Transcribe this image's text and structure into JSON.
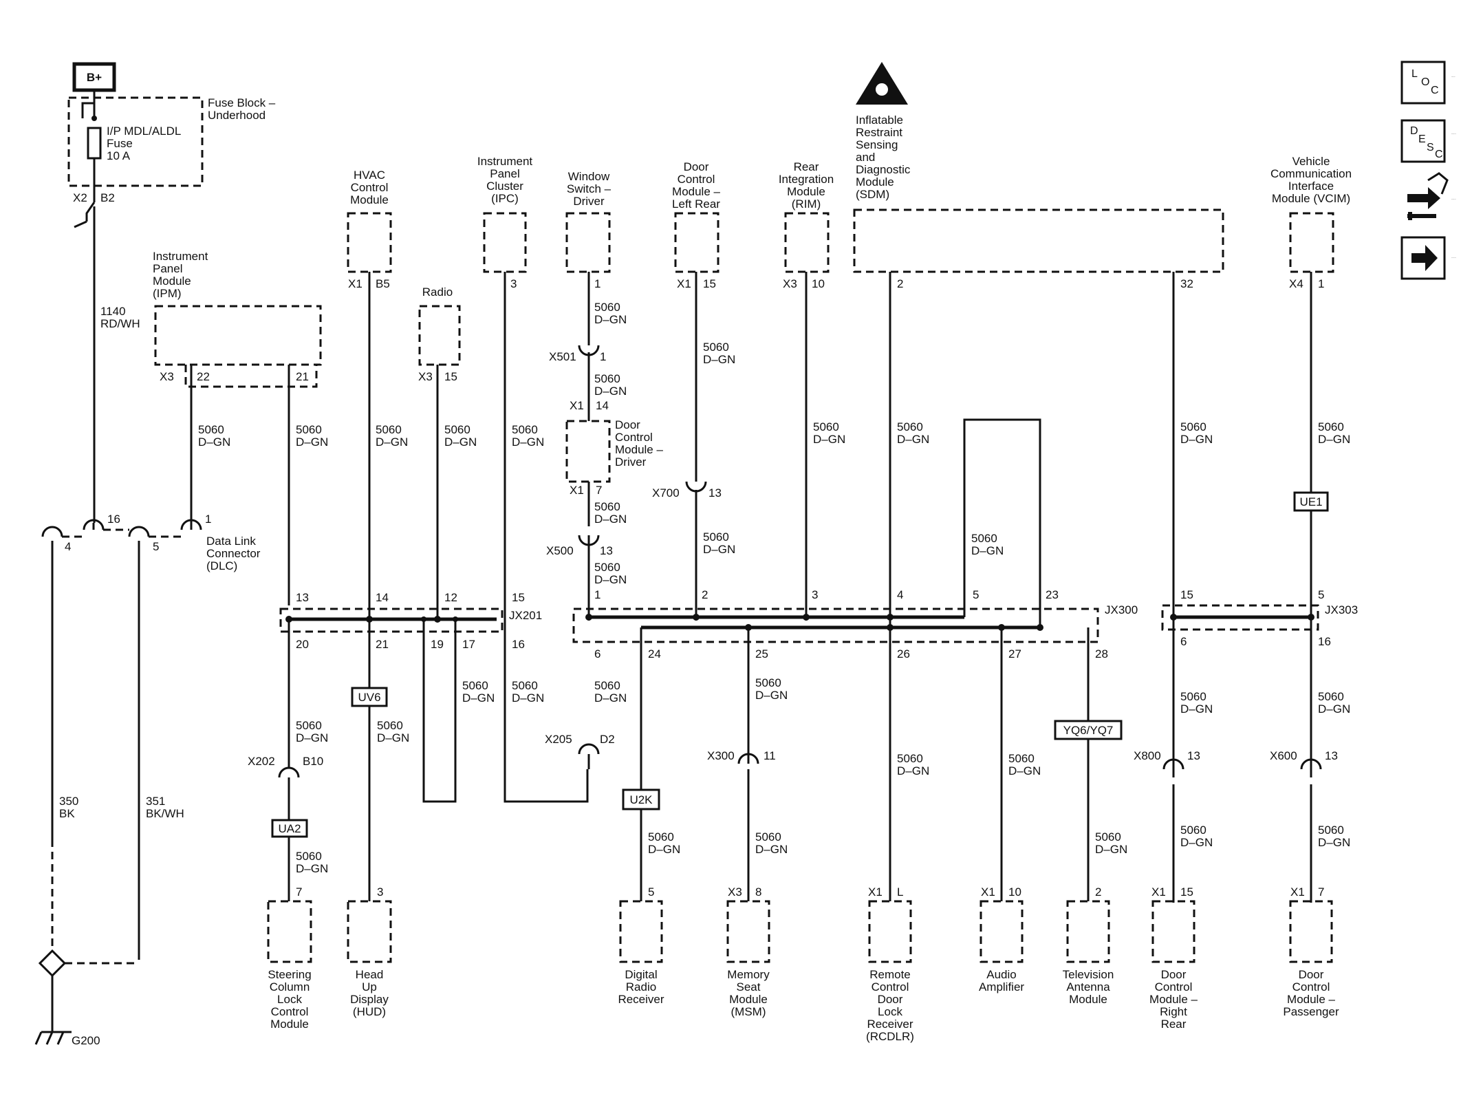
{
  "power": {
    "source": "B+",
    "fuse_block": [
      "Fuse Block –",
      "Underhood"
    ],
    "fuse_name": [
      "I/P MDL/ALDL",
      "Fuse",
      "10 A"
    ],
    "conn_x": "X2",
    "conn_pin": "B2",
    "wire": [
      "1140",
      "RD/WH"
    ]
  },
  "wire_id": [
    "5060",
    "D–GN"
  ],
  "modules": {
    "hvac": [
      "HVAC",
      "Control",
      "Module"
    ],
    "ipc": [
      "Instrument",
      "Panel",
      "Cluster",
      "(IPC)"
    ],
    "window": [
      "Window",
      "Switch –",
      "Driver"
    ],
    "dclr": [
      "Door",
      "Control",
      "Module –",
      "Left Rear"
    ],
    "rim": [
      "Rear",
      "Integration",
      "Module",
      "(RIM)"
    ],
    "sdm": [
      "Inflatable",
      "Restraint",
      "Sensing",
      "and",
      "Diagnostic",
      "Module",
      "(SDM)"
    ],
    "vcim": [
      "Vehicle",
      "Communication",
      "Interface",
      "Module (VCIM)"
    ],
    "ipm": [
      "Instrument",
      "Panel",
      "Module",
      "(IPM)"
    ],
    "radio": [
      "Radio"
    ],
    "dcmd": [
      "Door",
      "Control",
      "Module –",
      "Driver"
    ],
    "dlc": [
      "Data Link",
      "Connector",
      "(DLC)"
    ],
    "sclcm": [
      "Steering",
      "Column",
      "Lock",
      "Control",
      "Module"
    ],
    "hud": [
      "Head",
      "Up",
      "Display",
      "(HUD)"
    ],
    "drr": [
      "Digital",
      "Radio",
      "Receiver"
    ],
    "msm": [
      "Memory",
      "Seat",
      "Module",
      "(MSM)"
    ],
    "rcdlr": [
      "Remote",
      "Control",
      "Door",
      "Lock",
      "Receiver",
      "(RCDLR)"
    ],
    "amp": [
      "Audio",
      "Amplifier"
    ],
    "tam": [
      "Television",
      "Antenna",
      "Module"
    ],
    "dcrr": [
      "Door",
      "Control",
      "Module –",
      "Right",
      "Rear"
    ],
    "dcp": [
      "Door",
      "Control",
      "Module –",
      "Passenger"
    ]
  },
  "ground": {
    "name": "G200",
    "wire_a": [
      "350",
      "BK"
    ],
    "wire_b": [
      "351",
      "BK/WH"
    ]
  },
  "splices": [
    "JX201",
    "JX300",
    "JX303"
  ],
  "options": [
    "UA2",
    "UV6",
    "U2K",
    "YQ6/YQ7",
    "UE1"
  ],
  "inline": [
    "X501",
    "X500",
    "X700",
    "X202",
    "X205",
    "X300",
    "X800",
    "X600"
  ],
  "connectors": [
    "X1",
    "X3",
    "X4"
  ],
  "pins": {
    "hvac": "B5",
    "ipc": "3",
    "window": "1",
    "dclr": "15",
    "rim": "10",
    "sdm_a": "2",
    "sdm_b": "32",
    "vcim": "1",
    "ipm_a": "22",
    "ipm_b": "21",
    "radio": "15",
    "x501": "1",
    "dcmd_in": "14",
    "dcmd_out": "7",
    "x500": "13",
    "x700": "13",
    "dlc_16": "16",
    "dlc_1": "1",
    "dlc_4": "4",
    "dlc_5": "5",
    "j201_top": [
      "13",
      "14",
      "12",
      "15"
    ],
    "j201_bot": [
      "20",
      "21",
      "19",
      "17",
      "16"
    ],
    "j300_top": [
      "1",
      "2",
      "3",
      "4",
      "5",
      "23"
    ],
    "j300_bot": [
      "6",
      "24",
      "25",
      "26",
      "27",
      "28"
    ],
    "j303_top": [
      "15",
      "5"
    ],
    "j303_bot": [
      "6",
      "16"
    ],
    "x202": "B10",
    "x205": "D2",
    "x300": "11",
    "x800": "13",
    "x600": "13",
    "sclcm": "7",
    "hud": "3",
    "drr": "5",
    "msm": "8",
    "rcdlr": "L",
    "amp": "10",
    "tam": "2",
    "dcrr": "15",
    "dcp": "7"
  },
  "sidebar": {
    "loc": [
      "L",
      "O",
      "C"
    ],
    "desc": [
      "D",
      "E",
      "S",
      "C"
    ],
    "loc_name": "location-icon",
    "desc_name": "description-icon",
    "conn_name": "connector-icon",
    "next_name": "next-arrow-icon"
  }
}
